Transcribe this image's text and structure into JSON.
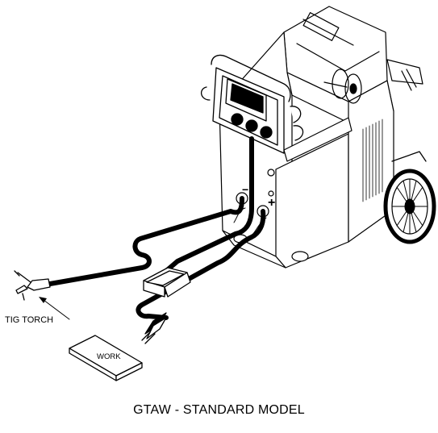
{
  "labels": {
    "tig_torch": "TIG TORCH",
    "work": "WORK",
    "plus_symbol": "+",
    "minus_symbol": "−"
  },
  "caption": "GTAW - STANDARD MODEL"
}
